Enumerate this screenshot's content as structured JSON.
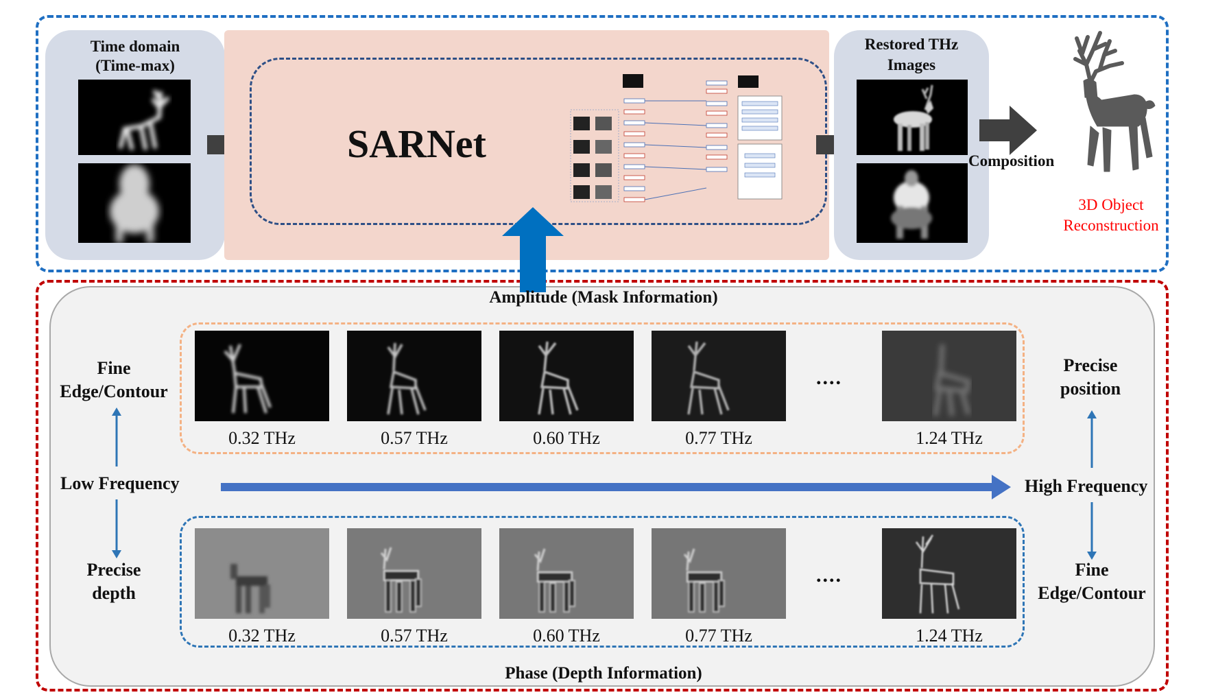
{
  "top": {
    "time_domain_title": "Time domain",
    "time_domain_subtitle": "(Time-max)",
    "model_name": "SARNet",
    "restored_title": "Restored THz",
    "restored_subtitle": "Images",
    "composition_label": "Composition",
    "reconstruction_line1": "3D Object",
    "reconstruction_line2": "Reconstruction"
  },
  "bottom": {
    "amplitude_title": "Amplitude (Mask Information)",
    "phase_title": "Phase (Depth Information)",
    "low_frequency": "Low Frequency",
    "high_frequency": "High Frequency",
    "left_top_line1": "Fine",
    "left_top_line2": "Edge/Contour",
    "left_bottom_line1": "Precise",
    "left_bottom_line2": "depth",
    "right_top_line1": "Precise",
    "right_top_line2": "position",
    "right_bottom_line1": "Fine",
    "right_bottom_line2": "Edge/Contour",
    "ellipsis": "....",
    "amplitude_freqs": [
      "0.32 THz",
      "0.57 THz",
      "0.60 THz",
      "0.77 THz",
      "1.24 THz"
    ],
    "phase_freqs": [
      "0.32 THz",
      "0.57 THz",
      "0.60 THz",
      "0.77 THz",
      "1.24 THz"
    ]
  },
  "colors": {
    "top_border": "#1f6fc2",
    "bottom_border": "#c00000",
    "reconstruction_text": "#ff0000",
    "frequency_arrow": "#4472c4",
    "amplitude_arrow": "#0070c0"
  }
}
